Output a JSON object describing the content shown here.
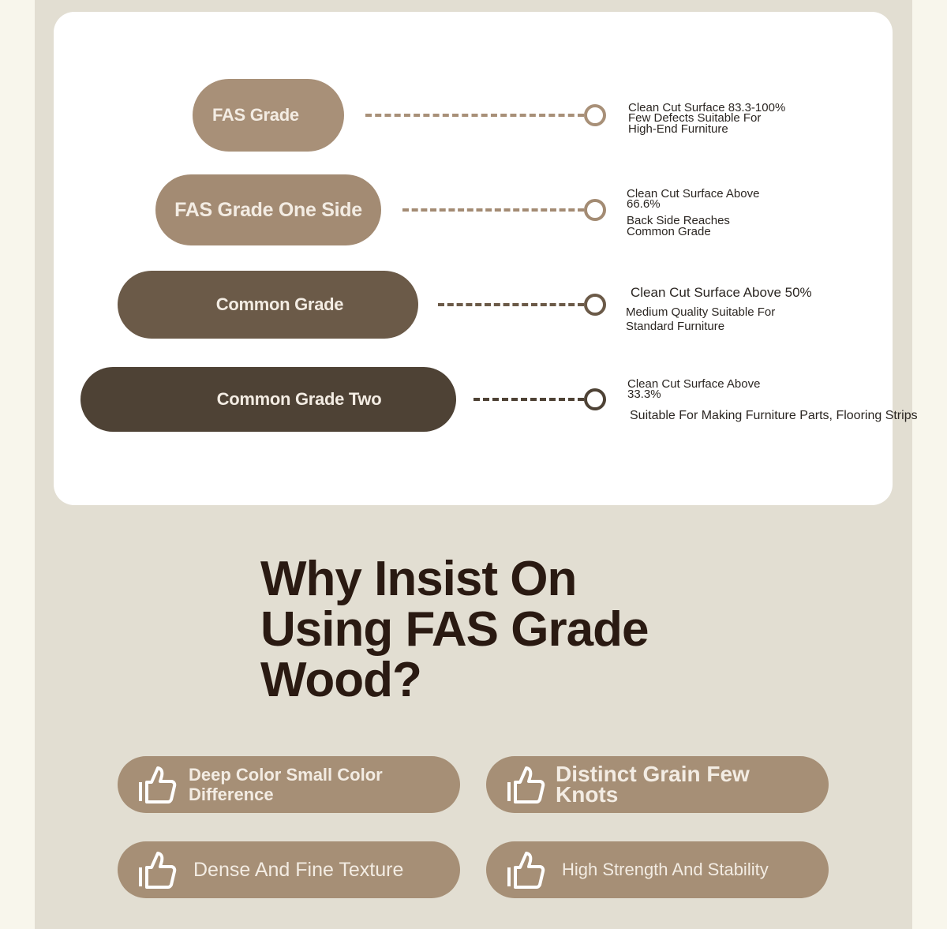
{
  "grades": [
    {
      "label": "FAS Grade",
      "lines": [
        "Clean Cut Surface 83.3-100%",
        "Few Defects Suitable For",
        "High-End Furniture"
      ],
      "color": "#a89078"
    },
    {
      "label": "FAS Grade One Side",
      "lines": [
        "Clean Cut Surface Above",
        "66.6%",
        "Back Side Reaches",
        "Common Grade"
      ],
      "color": "#a38b73"
    },
    {
      "label": "Common Grade",
      "lines": [
        "Clean Cut Surface Above 50%",
        "Medium Quality Suitable For",
        "Standard Furniture"
      ],
      "color": "#6b5a48"
    },
    {
      "label": "Common Grade Two",
      "lines": [
        "Clean Cut Surface Above",
        "33.3%",
        "Suitable For Making Furniture Parts, Flooring Strips"
      ],
      "color": "#4e4235"
    }
  ],
  "heading": {
    "line1": "Why Insist On",
    "line2": "Using FAS Grade",
    "line3": "Wood?"
  },
  "features": [
    {
      "line1": "Deep Color Small Color",
      "line2": "Difference",
      "icon": "thumbs-up-icon"
    },
    {
      "line1": "Distinct Grain Few",
      "line2": "Knots",
      "icon": "thumbs-up-icon"
    },
    {
      "line1": "Dense And Fine Texture",
      "icon": "thumbs-up-icon"
    },
    {
      "line1": "High Strength And Stability",
      "icon": "thumbs-up-icon"
    }
  ]
}
